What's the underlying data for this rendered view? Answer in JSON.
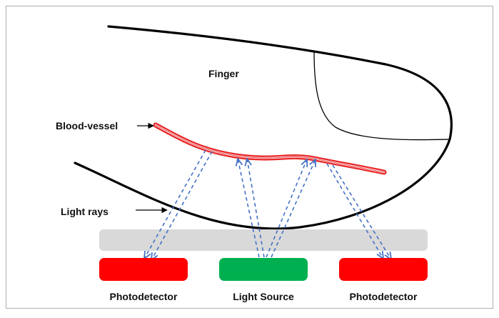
{
  "labels": {
    "finger": "Finger",
    "blood_vessel": "Blood-vessel",
    "light_rays": "Light rays",
    "photodetector_left": "Photodetector",
    "light_source": "Light Source",
    "photodetector_right": "Photodetector"
  },
  "colors": {
    "frame_border": "#b8b8b8",
    "finger_outline": "#000000",
    "vessel": "#e8282a",
    "light_ray": "#4472c4",
    "glass_plate": "#d9d9d9",
    "photodetector": "#ff0000",
    "light_source": "#00b050"
  }
}
